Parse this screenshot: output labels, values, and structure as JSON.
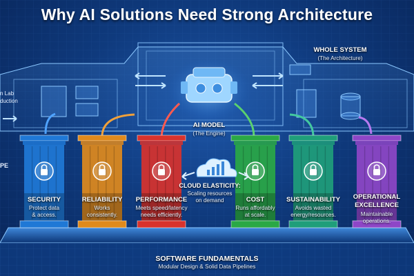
{
  "title": "Why AI Solutions Need Strong Architecture",
  "whole_system": {
    "label": "WHOLE SYSTEM",
    "sub": "(The Architecture)"
  },
  "left_edge": {
    "line1": "n Lab",
    "line2": "duction",
    "cut": "PE"
  },
  "ai_model": {
    "label": "AI MODEL",
    "sub": "(The Engine)"
  },
  "cloud": {
    "label": "CLOUD ELASTICITY:",
    "sub1": "Scaling resources",
    "sub2": "on demand"
  },
  "pillars": [
    {
      "label": "SECURITY",
      "sub1": "Protect data",
      "sub2": "& access.",
      "color": "#1f78d6",
      "icon": "lock-icon"
    },
    {
      "label": "RELIABILITY",
      "sub1": "Works",
      "sub2": "consistently.",
      "color": "#e08a1c",
      "icon": "gear-clock-icon"
    },
    {
      "label": "PERFORMANCE",
      "sub1": "Meets speed/latency",
      "sub2": "needs efficiently.",
      "color": "#d8322c",
      "icon": "speedometer-rocket-icon"
    },
    {
      "label": "COST",
      "sub1": "Runs affordably",
      "sub2": "at scale.",
      "color": "#2aa845",
      "icon": "coins-icon"
    },
    {
      "label": "SUSTAINABILITY",
      "sub1": "Avoids wasted",
      "sub2": "energy/resources.",
      "color": "#1f9e7a",
      "icon": "leaf-plug-icon"
    },
    {
      "label": "OPERATIONAL",
      "label2": "EXCELLENCE",
      "sub1": "Maintainable",
      "sub2": "operations.",
      "color": "#8e46c7",
      "icon": "tools-icon"
    }
  ],
  "foundation": {
    "label": "SOFTWARE FUNDAMENTALS",
    "sub": "Modular Design & Solid Data Pipelines"
  }
}
